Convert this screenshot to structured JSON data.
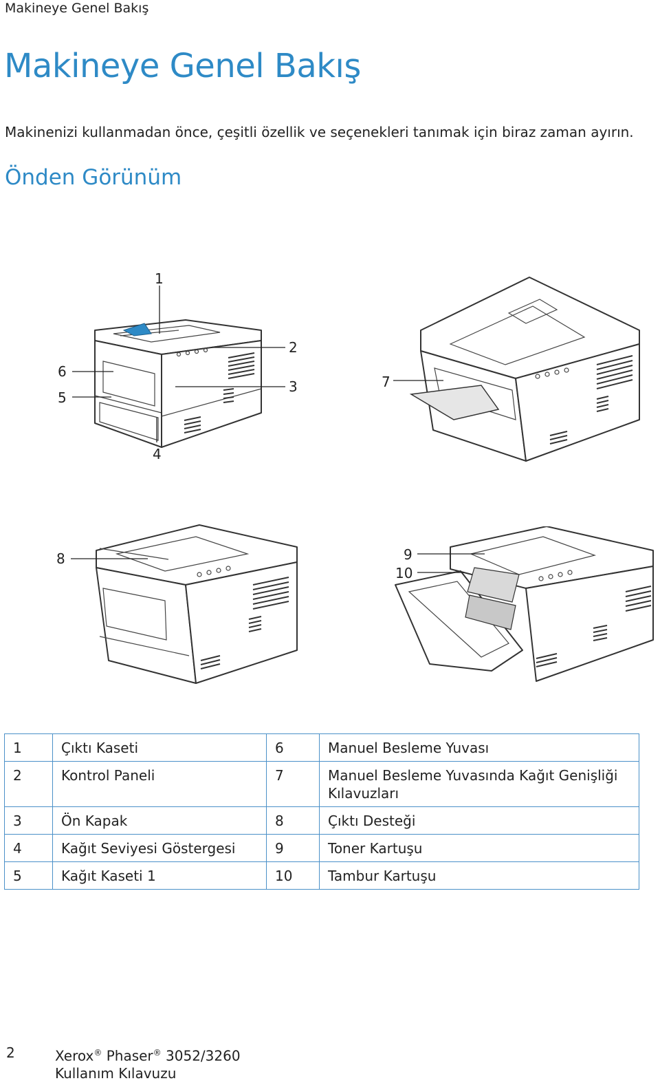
{
  "header": {
    "running_title": "Makineye Genel Bakış"
  },
  "page": {
    "title": "Makineye Genel Bakış",
    "intro": "Makinenizi kullanmadan önce, çeşitli özellik ve seçenekleri tanımak için biraz zaman ayırın.",
    "section_title": "Önden Görünüm"
  },
  "figure_callouts": {
    "fig1": [
      "1",
      "2",
      "3",
      "4",
      "5",
      "6"
    ],
    "fig2": [
      "7"
    ],
    "fig3": [
      "8"
    ],
    "fig4": [
      "9",
      "10"
    ]
  },
  "parts_table": {
    "rows": [
      {
        "left_num": "1",
        "left_name": "Çıktı Kaseti",
        "right_num": "6",
        "right_name": "Manuel Besleme Yuvası"
      },
      {
        "left_num": "2",
        "left_name": "Kontrol Paneli",
        "right_num": "7",
        "right_name": "Manuel Besleme Yuvasında Kağıt Genişliği Kılavuzları"
      },
      {
        "left_num": "3",
        "left_name": "Ön Kapak",
        "right_num": "8",
        "right_name": "Çıktı Desteği"
      },
      {
        "left_num": "4",
        "left_name": "Kağıt Seviyesi Göstergesi",
        "right_num": "9",
        "right_name": "Toner Kartuşu"
      },
      {
        "left_num": "5",
        "left_name": "Kağıt Kaseti 1",
        "right_num": "10",
        "right_name": "Tambur Kartuşu"
      }
    ]
  },
  "footer": {
    "page_number": "2",
    "brand": "Xerox",
    "registered_mark": "®",
    "product": "Phaser",
    "model": "3052/3260",
    "doc_title": "Kullanım Kılavuzu"
  }
}
